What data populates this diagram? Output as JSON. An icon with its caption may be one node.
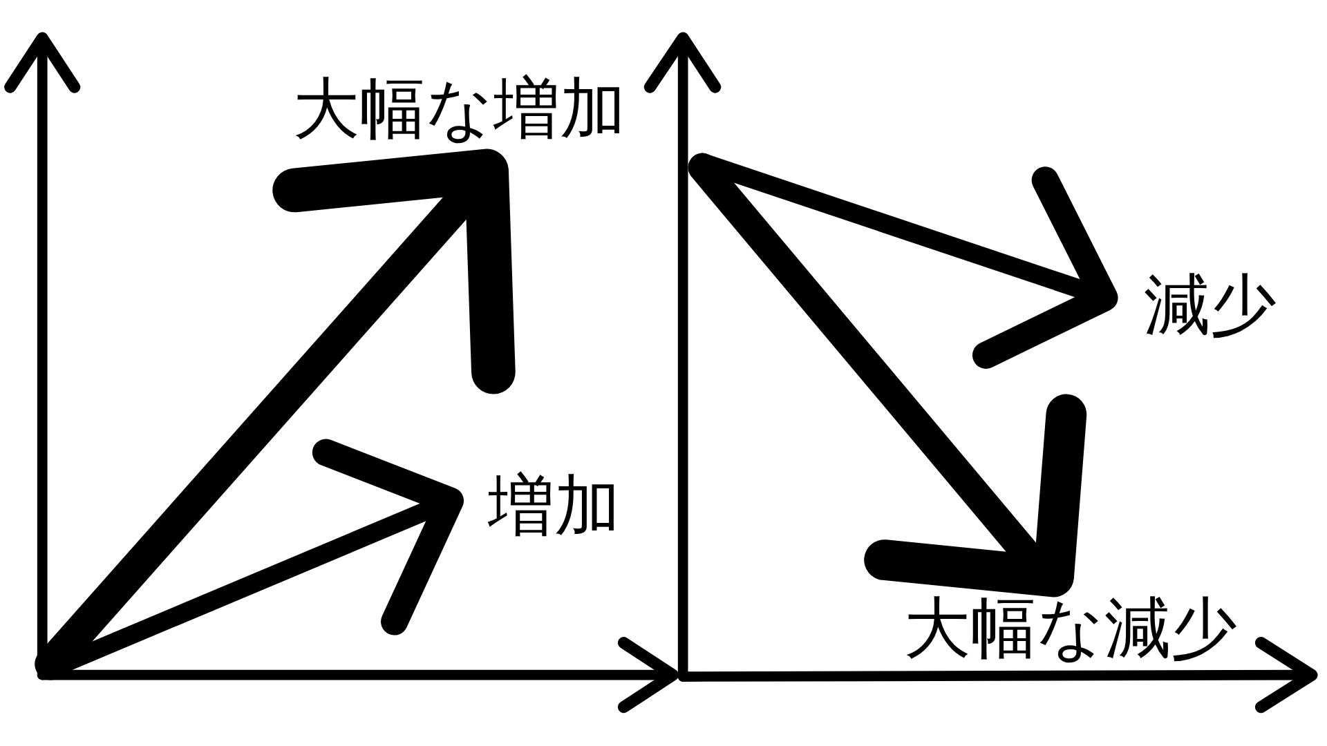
{
  "diagram": {
    "labels": [
      "大幅な増加",
      "増加",
      "減少",
      "大幅な減少"
    ]
  }
}
